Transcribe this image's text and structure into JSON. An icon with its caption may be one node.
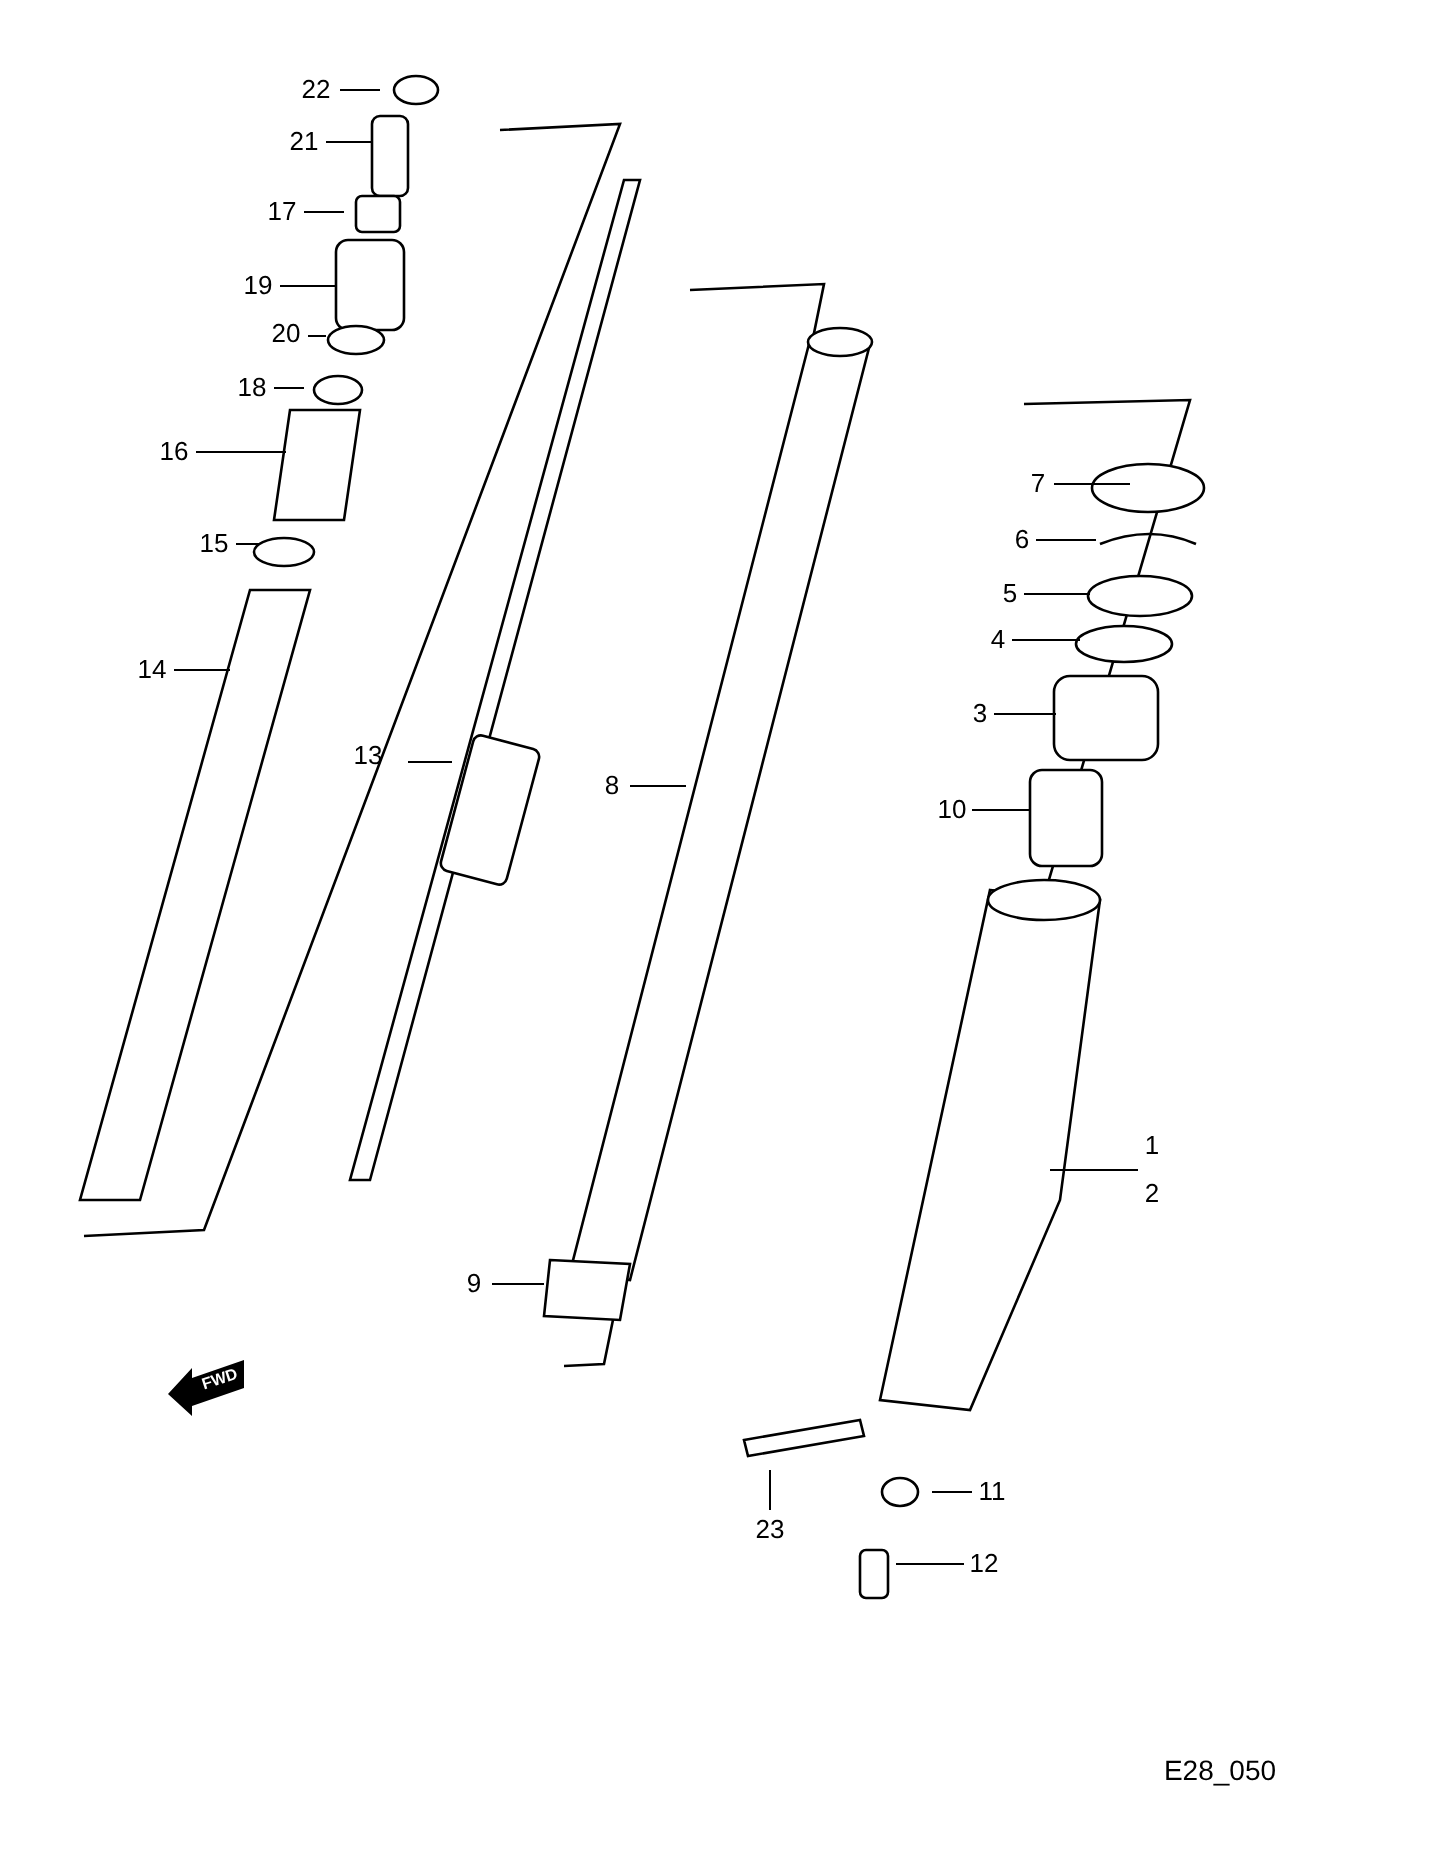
{
  "diagram": {
    "nodes": [
      {
        "text": [
          "22"
        ]
      },
      {
        "text": [
          "21"
        ]
      },
      {
        "text": [
          "17"
        ]
      },
      {
        "text": [
          "19"
        ]
      },
      {
        "text": [
          "20"
        ]
      },
      {
        "text": [
          "18"
        ]
      },
      {
        "text": [
          "16"
        ]
      },
      {
        "text": [
          "15"
        ]
      },
      {
        "text": [
          "14"
        ]
      },
      {
        "text": [
          "13"
        ]
      },
      {
        "text": [
          "8"
        ]
      },
      {
        "text": [
          "7"
        ]
      },
      {
        "text": [
          "6"
        ]
      },
      {
        "text": [
          "5"
        ]
      },
      {
        "text": [
          "4"
        ]
      },
      {
        "text": [
          "3"
        ]
      },
      {
        "text": [
          "10"
        ]
      },
      {
        "text": [
          "1"
        ]
      },
      {
        "text": [
          "9"
        ]
      },
      {
        "text": [
          "23"
        ]
      },
      {
        "text": [
          "11"
        ]
      },
      {
        "text": [
          "12"
        ]
      }
    ],
    "edges": [
      {
        "from": 0,
        "to": null,
        "arrow": "none"
      },
      {
        "from": 1,
        "to": null,
        "arrow": "none"
      },
      {
        "from": 2,
        "to": null,
        "arrow": "none"
      },
      {
        "from": 3,
        "to": null,
        "arrow": "none"
      },
      {
        "from": 4,
        "to": null,
        "arrow": "none"
      },
      {
        "from": 5,
        "to": null,
        "arrow": "none"
      },
      {
        "from": 6,
        "to": null,
        "arrow": "none"
      },
      {
        "from": 7,
        "to": null,
        "arrow": "none"
      },
      {
        "from": 8,
        "to": null,
        "arrow": "none"
      },
      {
        "from": 9,
        "to": null,
        "arrow": "none"
      },
      {
        "from": 10,
        "to": null,
        "arrow": "none"
      },
      {
        "from": 11,
        "to": null,
        "arrow": "none"
      },
      {
        "from": 12,
        "to": null,
        "arrow": "none"
      },
      {
        "from": 13,
        "to": null,
        "arrow": "none"
      },
      {
        "from": 14,
        "to": null,
        "arrow": "none"
      },
      {
        "from": 15,
        "to": null,
        "arrow": "none"
      },
      {
        "from": 16,
        "to": null,
        "arrow": "none"
      },
      {
        "from": 17,
        "to": null,
        "arrow": "none"
      },
      {
        "from": 18,
        "to": null,
        "arrow": "none"
      },
      {
        "from": 19,
        "to": null,
        "arrow": "none"
      },
      {
        "from": 20,
        "to": null,
        "arrow": "none"
      },
      {
        "from": 21,
        "to": null,
        "arrow": "none"
      }
    ],
    "labels": [
      "2",
      "FWD",
      "E28_050"
    ]
  }
}
